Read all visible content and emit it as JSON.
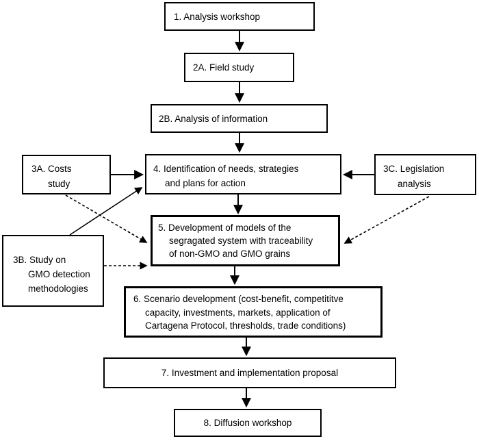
{
  "diagram": {
    "type": "flowchart",
    "background_color": "#ffffff",
    "line_color": "#000000",
    "nodes": {
      "n1": {
        "label": "1. Analysis workshop"
      },
      "n2a": {
        "label": "2A. Field study"
      },
      "n2b": {
        "label": "2B. Analysis of information"
      },
      "n3a": {
        "lines": [
          "3A. Costs",
          "study"
        ]
      },
      "n4": {
        "lines": [
          "4. Identification of needs, strategies",
          "and plans for action"
        ]
      },
      "n3c": {
        "lines": [
          "3C. Legislation",
          "analysis"
        ]
      },
      "n3b": {
        "lines": [
          "3B. Study on",
          "GMO detection",
          "methodologies"
        ]
      },
      "n5": {
        "lines": [
          "5. Development of models of the",
          "segragated system with traceability",
          "of non-GMO and GMO grains"
        ]
      },
      "n6": {
        "lines": [
          "6. Scenario development (cost-benefit, competititve",
          "capacity, investments, markets, application of",
          "Cartagena Protocol, thresholds, trade conditions)"
        ]
      },
      "n7": {
        "label": "7. Investment and implementation proposal"
      },
      "n8": {
        "label": "8. Diffusion workshop"
      }
    },
    "edges": [
      {
        "from": "n1",
        "to": "n2a",
        "style": "solid"
      },
      {
        "from": "n2a",
        "to": "n2b",
        "style": "solid"
      },
      {
        "from": "n2b",
        "to": "n4",
        "style": "solid"
      },
      {
        "from": "n3a",
        "to": "n4",
        "style": "solid"
      },
      {
        "from": "n3c",
        "to": "n4",
        "style": "solid"
      },
      {
        "from": "n3b",
        "to": "n4",
        "style": "solid"
      },
      {
        "from": "n4",
        "to": "n5",
        "style": "solid"
      },
      {
        "from": "n3a",
        "to": "n5",
        "style": "dashed"
      },
      {
        "from": "n3b",
        "to": "n5",
        "style": "dashed"
      },
      {
        "from": "n3c",
        "to": "n5",
        "style": "dashed"
      },
      {
        "from": "n5",
        "to": "n6",
        "style": "solid"
      },
      {
        "from": "n6",
        "to": "n7",
        "style": "solid"
      },
      {
        "from": "n7",
        "to": "n8",
        "style": "solid"
      }
    ]
  }
}
